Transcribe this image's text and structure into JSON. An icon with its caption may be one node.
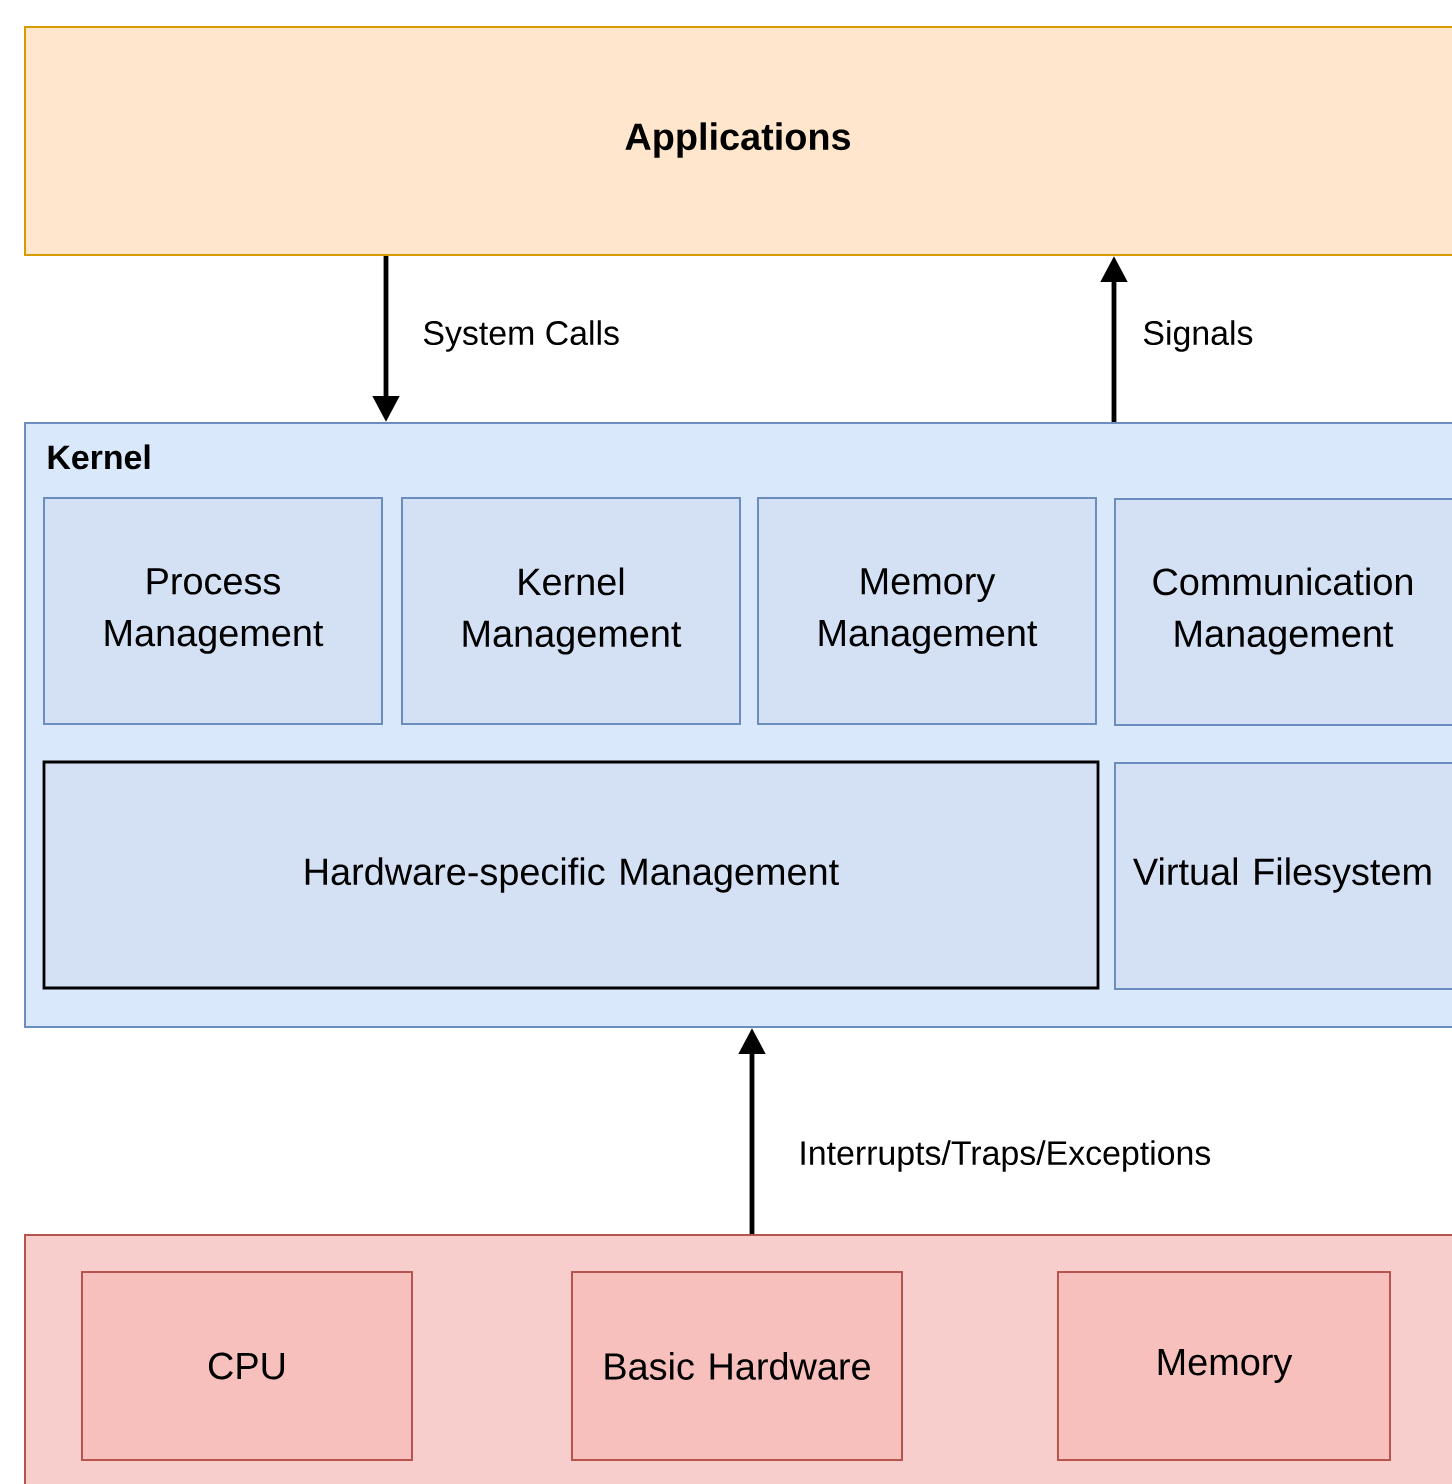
{
  "diagram": {
    "nodes": [
      {
        "text": [
          "Applications"
        ]
      },
      {
        "text": [
          "Kernel"
        ]
      },
      {
        "text": [
          "Process Management"
        ],
        "in": 1
      },
      {
        "text": [
          "Kernel Management"
        ],
        "in": 1
      },
      {
        "text": [
          "Memory Management"
        ],
        "in": 1
      },
      {
        "text": [
          "Communication Management"
        ],
        "in": 1
      },
      {
        "text": [
          "Hardware-specific Management"
        ],
        "in": 1
      },
      {
        "text": [
          "Virtual Filesystem"
        ],
        "in": 1
      },
      {
        "text": [],
        "shape": "box"
      },
      {
        "text": [
          "CPU"
        ],
        "in": 8
      },
      {
        "text": [
          "Basic Hardware"
        ],
        "in": 8
      },
      {
        "text": [
          "Memory"
        ],
        "in": 8
      }
    ],
    "edges": [
      {
        "from": 0,
        "to": 1,
        "arrow": "to",
        "label": "System Calls"
      },
      {
        "from": 1,
        "to": 0,
        "arrow": "to",
        "label": "Signals"
      },
      {
        "from": 8,
        "to": 1,
        "arrow": "to",
        "label": "Interrupts/Traps/Exceptions"
      }
    ]
  }
}
